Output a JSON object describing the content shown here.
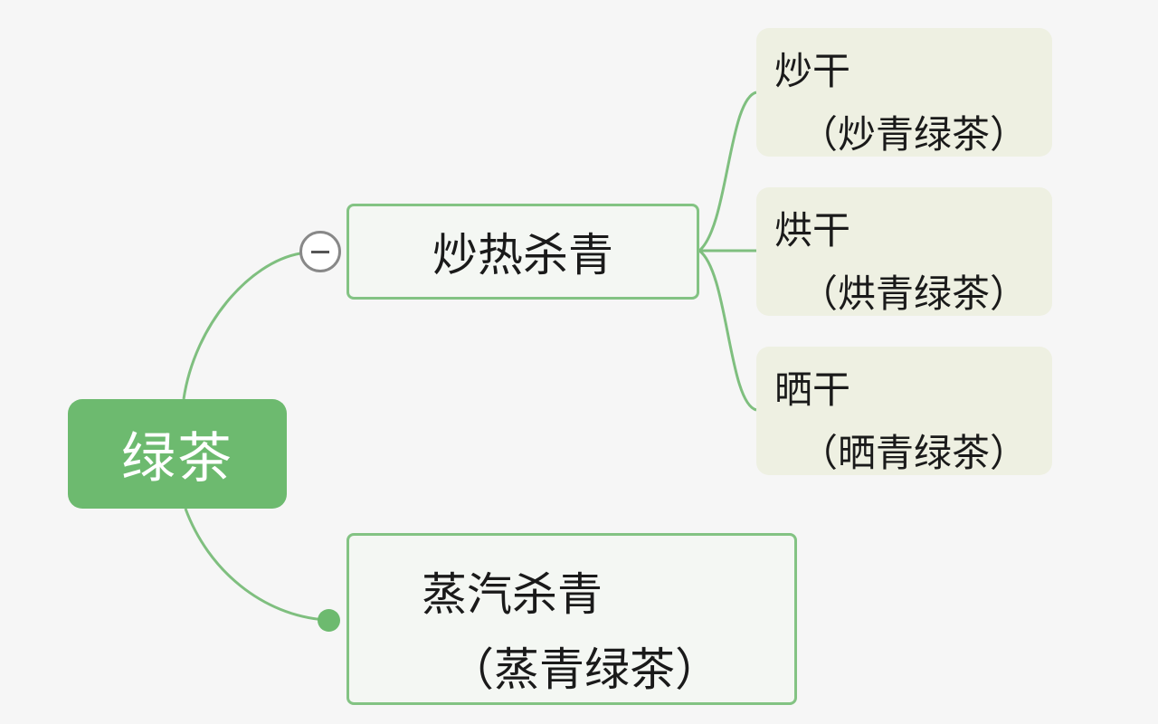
{
  "root": {
    "label": "绿茶"
  },
  "branches": [
    {
      "label": "炒热杀青",
      "children": [
        {
          "line1": "炒干",
          "line2": "（炒青绿茶）"
        },
        {
          "line1": "烘干",
          "line2": "（烘青绿茶）"
        },
        {
          "line1": "晒干",
          "line2": "（晒青绿茶）"
        }
      ]
    },
    {
      "line1": "蒸汽杀青",
      "line2": "（蒸青绿茶）"
    }
  ],
  "colors": {
    "root_fill": "#6dba6f",
    "topic_border": "#83c383",
    "link": "#7fbf7f",
    "subtopic_fill": "#eef0e2",
    "background": "#f6f6f6"
  },
  "icons": {
    "collapse": "minus-circle-icon",
    "expand": "dot-icon"
  }
}
